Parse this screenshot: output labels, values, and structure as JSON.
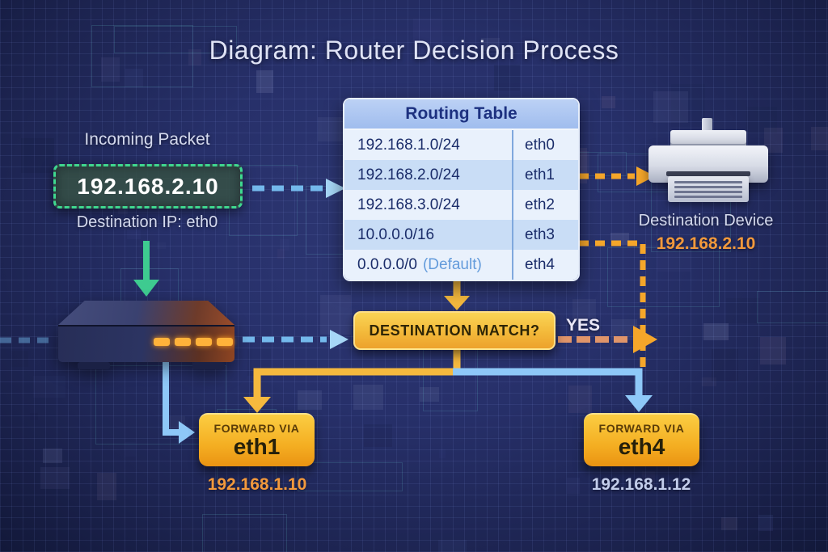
{
  "title": "Diagram: Router Decision Process",
  "colors": {
    "accent_orange": "#f5a62a",
    "solid_orange": "#f5b93e",
    "arrow_blue": "#74b9ec",
    "arrow_blue_light": "#a7d7f7",
    "solid_blue": "#8ec8f8",
    "arrow_green": "#3ecb90",
    "packet_green": "#3fd88f",
    "yes_salmon": "#e0956a",
    "title_text": "#dfe3f5",
    "label_text": "#d5daee",
    "table_text": "#1b2d6a",
    "ip_orange": "#f2993c",
    "ip_blue": "#c3cdeb"
  },
  "incoming_packet": {
    "label": "Incoming Packet",
    "ip": "192.168.2.10",
    "sub": "Destination IP: eth0"
  },
  "routing_table": {
    "title": "Routing Table",
    "rows": [
      {
        "network": "192.168.1.0/24",
        "iface": "eth0"
      },
      {
        "network": "192.168.2.0/24",
        "iface": "eth1"
      },
      {
        "network": "192.168.3.0/24",
        "iface": "eth2"
      },
      {
        "network": "10.0.0.0/16",
        "iface": "eth3"
      },
      {
        "network": "0.0.0.0/0",
        "note": "(Default)",
        "iface": "eth4"
      }
    ]
  },
  "destination_device": {
    "label": "Destination Device",
    "ip": "192.168.2.10"
  },
  "decision": {
    "label": "DESTINATION MATCH?",
    "yes_label": "YES"
  },
  "forward_eth1": {
    "line1": "FORWARD VIA",
    "line2": "eth1",
    "ip": "192.168.1.10"
  },
  "forward_eth4": {
    "line1": "FORWARD VIA",
    "line2": "eth4",
    "ip": "192.168.1.12"
  }
}
